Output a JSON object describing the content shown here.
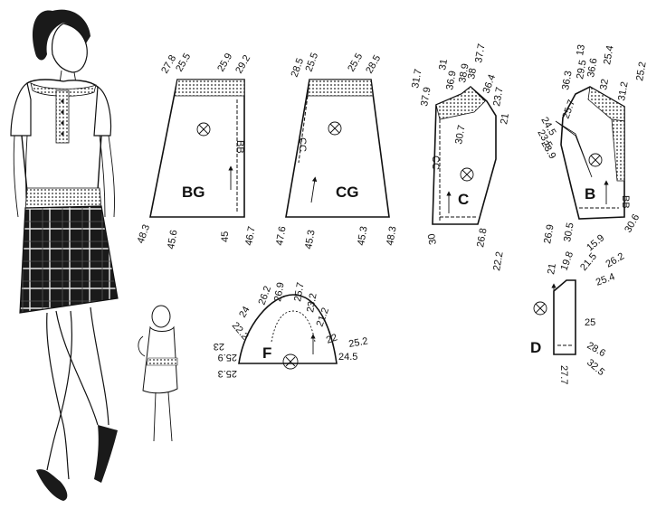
{
  "pieces": {
    "bg": {
      "name": "BG",
      "fold_mark": "BB",
      "measurements": [
        "27.8",
        "25.5",
        "25.9",
        "29.2",
        "48.3",
        "45.6",
        "45",
        "46.7"
      ]
    },
    "cg": {
      "name": "CG",
      "fold_mark": "CC",
      "measurements": [
        "28.5",
        "25.5",
        "25.5",
        "28.5",
        "47.6",
        "45.3",
        "45.3",
        "48.3"
      ]
    },
    "c": {
      "name": "C",
      "fold_mark": "CC",
      "measurements": [
        "31.7",
        "37.9",
        "36.9",
        "31",
        "38.9",
        "38",
        "37.7",
        "36.4",
        "23.7",
        "30.7",
        "21",
        "30",
        "26.8",
        "22.2"
      ]
    },
    "b": {
      "name": "B",
      "fold_mark": "BB",
      "measurements": [
        "36.3",
        "29.5",
        "13",
        "36.6",
        "25.4",
        "32",
        "31.2",
        "25.2",
        "25.7",
        "24.5",
        "23.5",
        "23.9",
        "30.5",
        "26.9",
        "30.6"
      ]
    },
    "f": {
      "name": "F",
      "measurements": [
        "24",
        "26.2",
        "26.9",
        "25.7",
        "23.2",
        "21.2",
        "22.2",
        "22",
        "25.2",
        "23",
        "25.9",
        "25.3",
        "24.5"
      ]
    },
    "d": {
      "name": "D",
      "measurements": [
        "21",
        "19.8",
        "15.9",
        "21.5",
        "26.2",
        "25.4",
        "25",
        "28.6",
        "27.7",
        "32.5"
      ]
    }
  }
}
